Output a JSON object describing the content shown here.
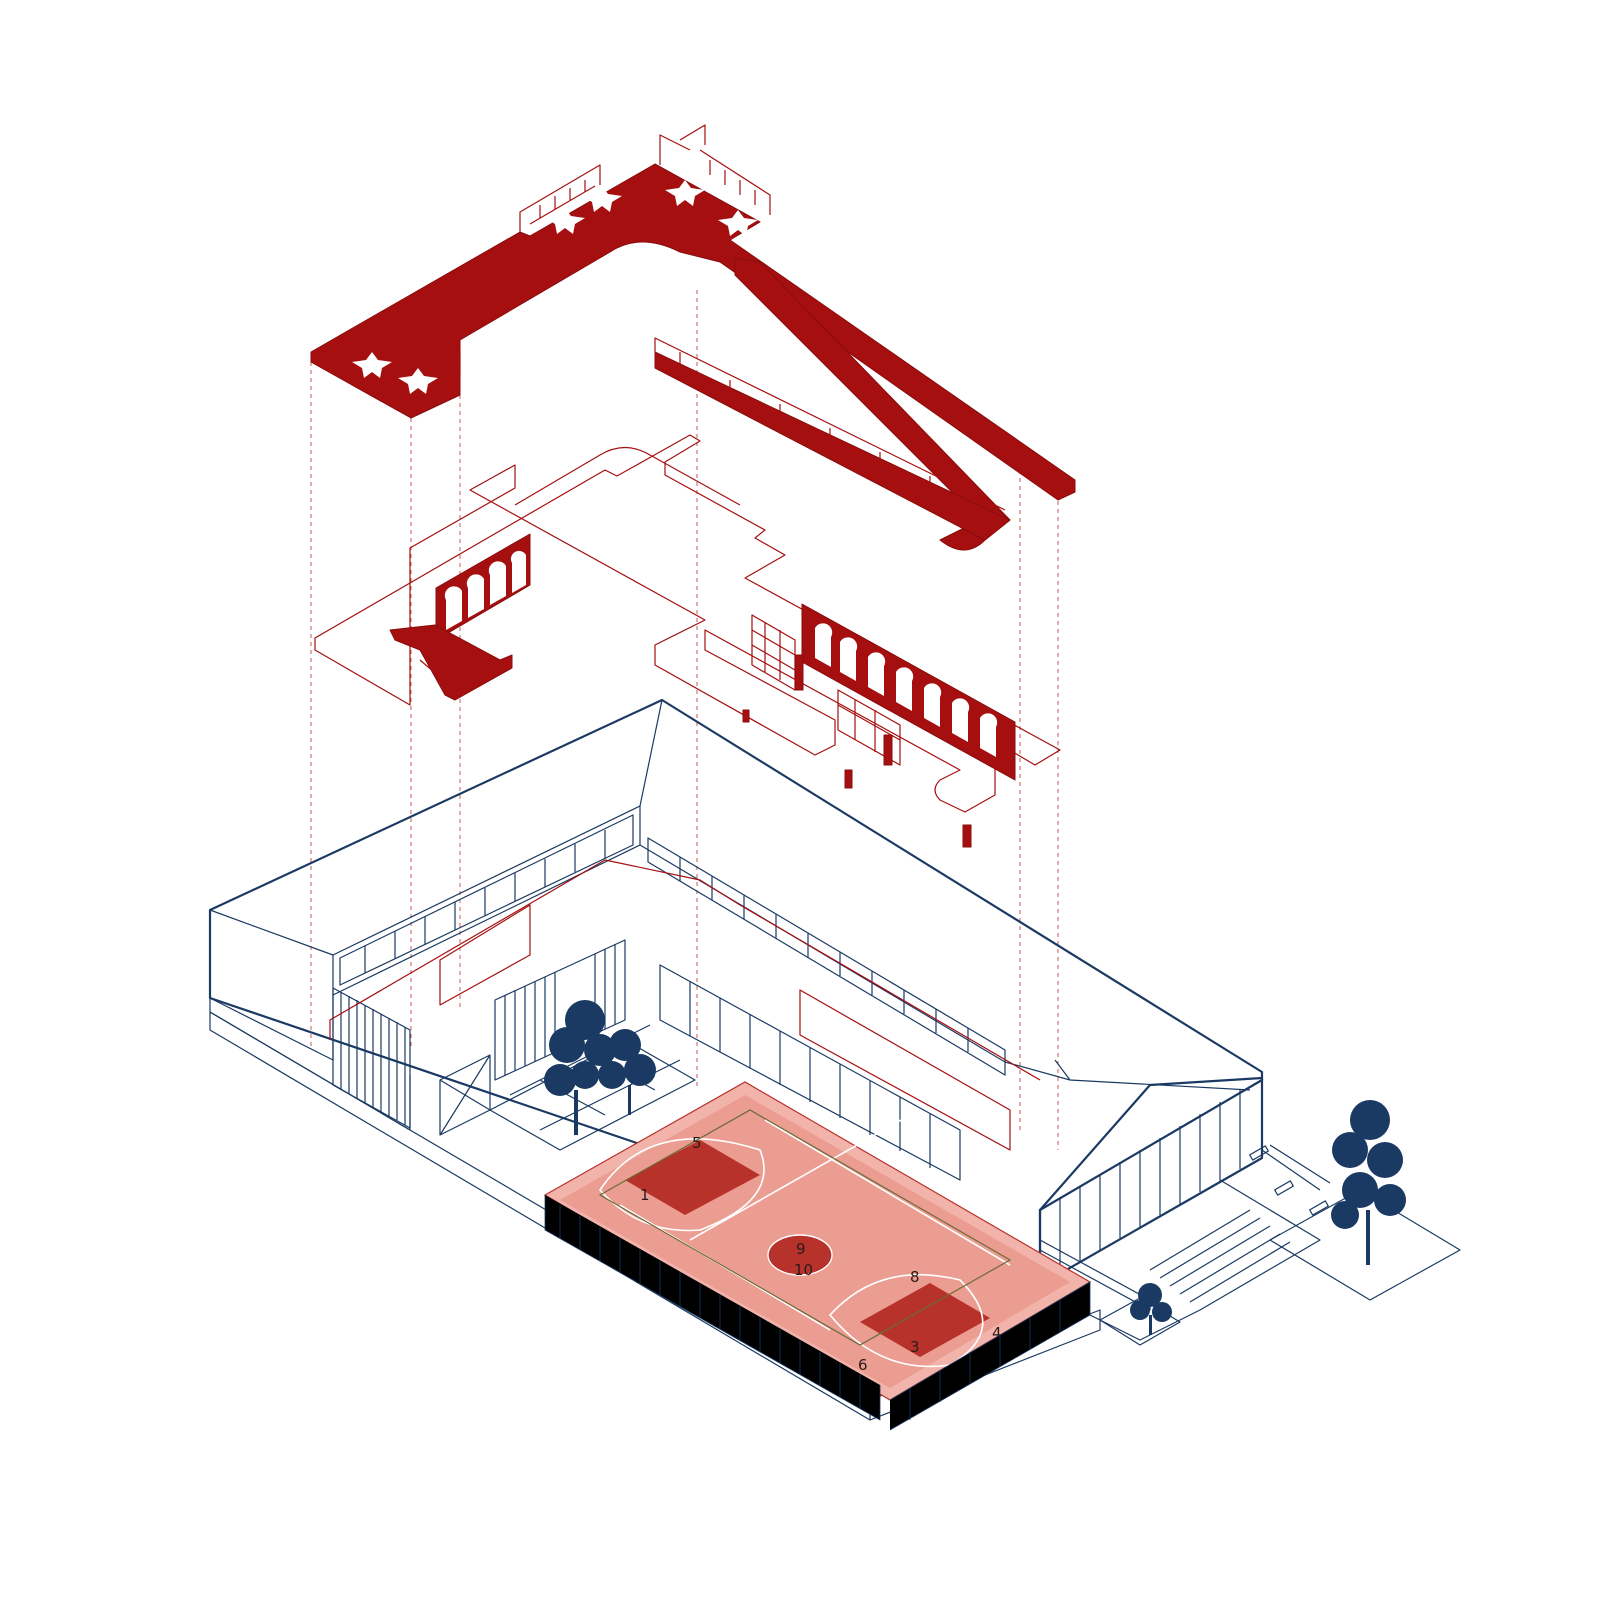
{
  "colors": {
    "building_line": "#1b3a63",
    "upper_level_red": "#a50f0f",
    "court_light": "#f2b3aa",
    "court_mid": "#e78a7e",
    "court_dark": "#b8322c",
    "tree": "#1b3a63"
  },
  "court_markings": {
    "numbers": [
      "5",
      "1",
      "9",
      "10",
      "8",
      "3",
      "4",
      "6"
    ]
  },
  "icons": [
    "tree-icon",
    "bench-icon",
    "arch-window-icon"
  ]
}
